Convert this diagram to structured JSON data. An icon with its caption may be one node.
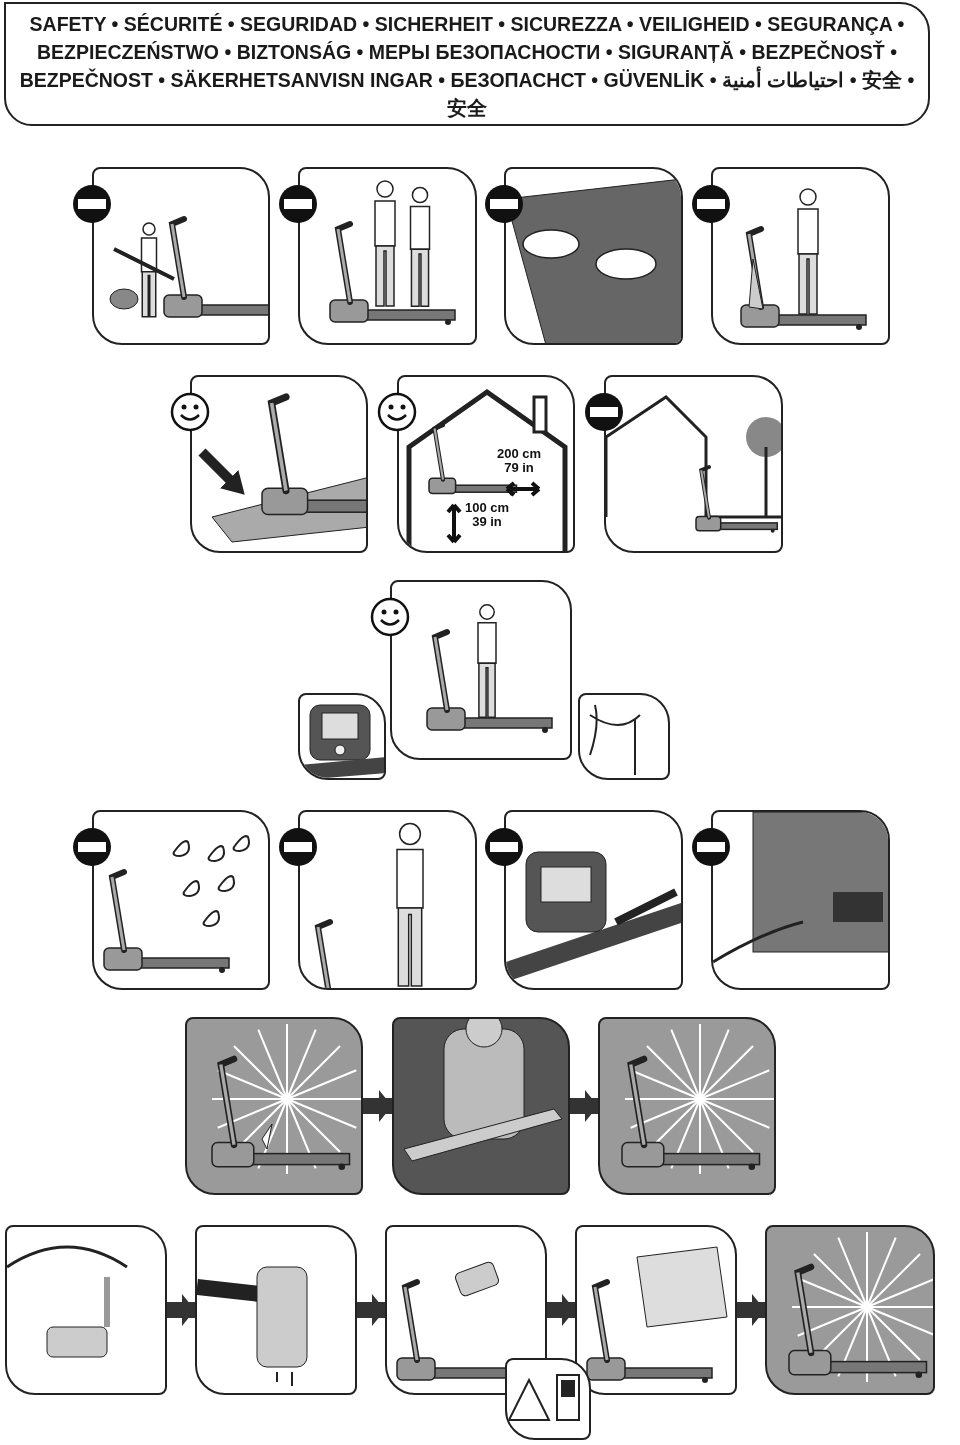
{
  "diagram": {
    "title": "SAFETY • SÉCURITÉ • SEGURIDAD • SICHERHEIT • SICUREZZA • VEILIGHEID • SEGURANÇA • BEZPIECZEŃSTWO • BIZTONSÁG • МЕРЫ БЕЗОПАСНОСТИ • SIGURANȚĂ • BEZPEČNOSŤ • BEZPEČNOST • SÄKERHETSANVISN INGAR • БЕЗОПАСНСТ • GÜVENLİK • احتياطات أمنية • 安全 • 安全",
    "nodes": [
      {
        "text": [],
        "shape": "picture"
      },
      {
        "text": [],
        "shape": "picture"
      },
      {
        "text": [],
        "shape": "picture"
      },
      {
        "text": [],
        "shape": "picture"
      },
      {
        "text": [],
        "shape": "picture"
      },
      {
        "text": [
          "200 cm 79 in",
          "100 cm 39 in"
        ]
      },
      {
        "text": [],
        "shape": "picture"
      },
      {
        "text": [],
        "shape": "picture"
      },
      {
        "text": [],
        "shape": "picture"
      },
      {
        "text": [],
        "shape": "picture"
      },
      {
        "text": [],
        "shape": "picture"
      },
      {
        "text": [],
        "shape": "picture"
      },
      {
        "text": [],
        "shape": "picture"
      },
      {
        "text": [],
        "shape": "picture"
      },
      {
        "text": [],
        "shape": "picture"
      },
      {
        "text": [],
        "shape": "picture"
      },
      {
        "text": [],
        "shape": "picture"
      },
      {
        "text": [],
        "shape": "picture"
      },
      {
        "text": [],
        "shape": "picture"
      },
      {
        "text": [],
        "shape": "picture"
      },
      {
        "text": [],
        "shape": "picture"
      },
      {
        "text": [],
        "shape": "picture"
      },
      {
        "text": [],
        "shape": "picture"
      }
    ],
    "edges": [
      {
        "from": 14,
        "to": 15,
        "arrow": "to"
      },
      {
        "from": 15,
        "to": 16,
        "arrow": "to"
      },
      {
        "from": 17,
        "to": 18,
        "arrow": "to"
      },
      {
        "from": 18,
        "to": 19,
        "arrow": "to"
      },
      {
        "from": 19,
        "to": 20,
        "arrow": "to"
      },
      {
        "from": 20,
        "to": 21,
        "arrow": "to"
      }
    ]
  }
}
